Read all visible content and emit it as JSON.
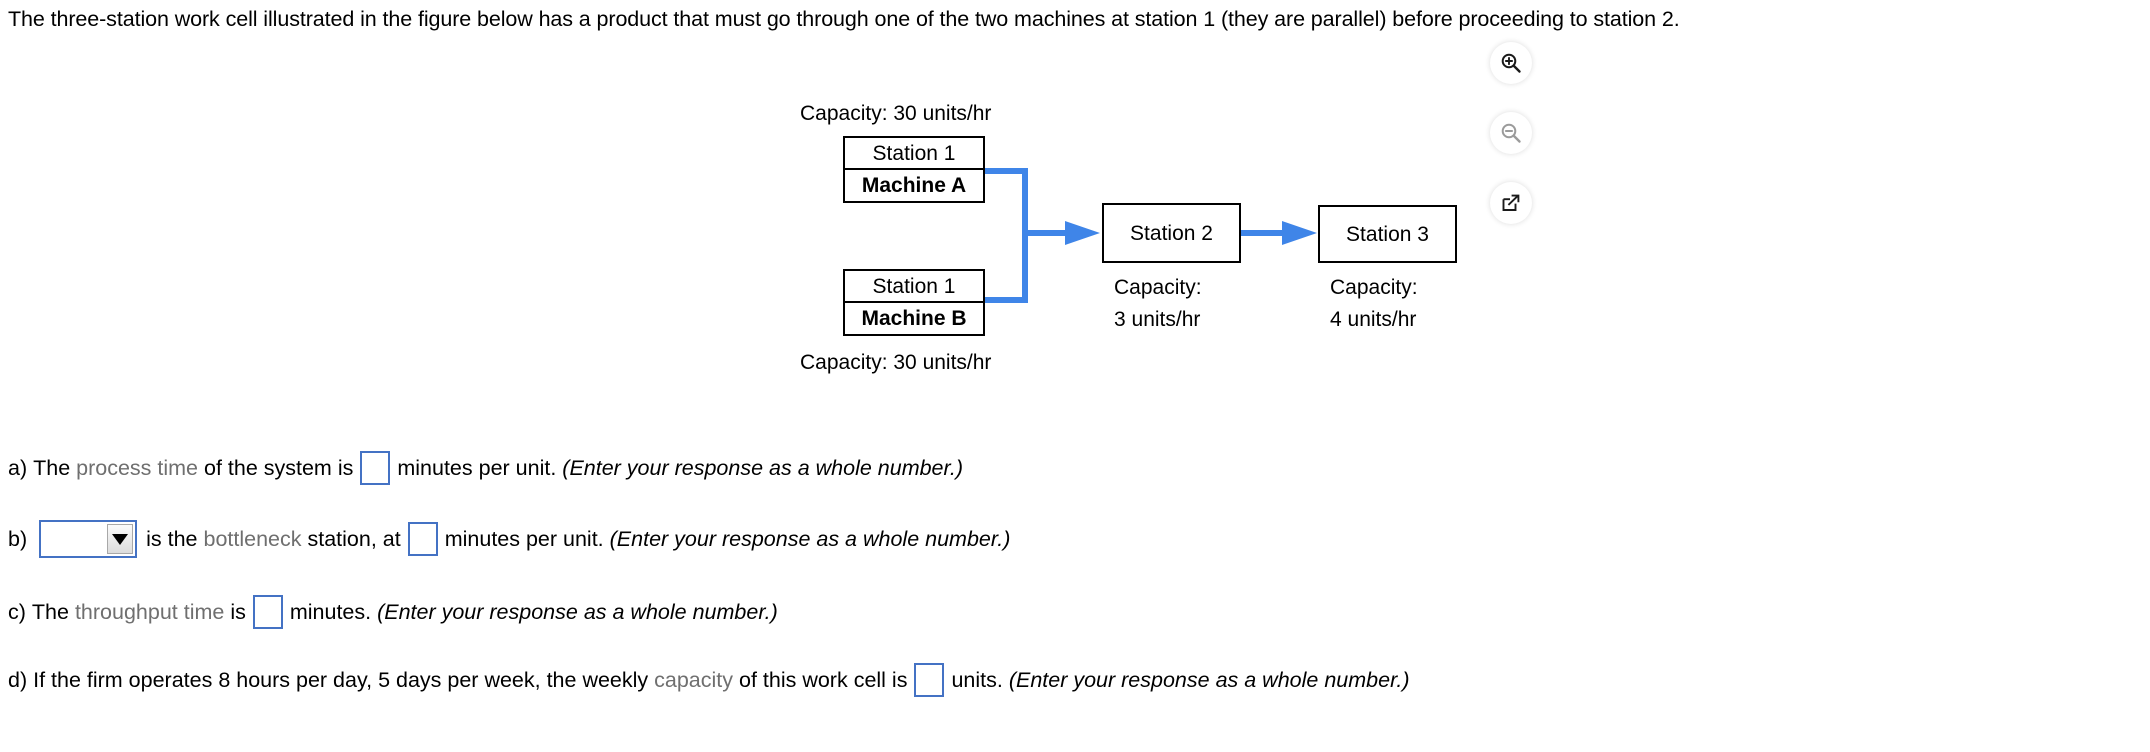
{
  "prompt": "The three-station work cell illustrated in the figure below has a product that must go through one of the two machines at station 1 (they are parallel) before proceeding to station 2.",
  "figure": {
    "top_capacity_label": "Capacity: 30 units/hr",
    "bottom_capacity_label": "Capacity: 30 units/hr",
    "machine_a": {
      "line1": "Station 1",
      "line2": "Machine A"
    },
    "machine_b": {
      "line1": "Station 1",
      "line2": "Machine B"
    },
    "station2": {
      "label": "Station 2",
      "capacity_line1": "Capacity:",
      "capacity_line2": "3 units/hr"
    },
    "station3": {
      "label": "Station 3",
      "capacity_line1": "Capacity:",
      "capacity_line2": "4 units/hr"
    },
    "wire_color": "#3f85e8",
    "box_border_color": "#000000"
  },
  "tools": {
    "zoom_in": "zoom-in-icon",
    "zoom_out": "zoom-out-icon",
    "popout": "open-in-new-window-icon",
    "zoom_in_color": "#1a1a1a",
    "zoom_out_color": "#9b9b9b",
    "popout_color": "#1a1a1a"
  },
  "questions": {
    "a": {
      "marker": "a)",
      "seg1": "The ",
      "term": "process time",
      "seg2": " of the system is",
      "input_value": "",
      "seg3": "minutes per unit. ",
      "hint": "(Enter your response as a whole number.)"
    },
    "b": {
      "marker": "b)",
      "dropdown_value": "",
      "seg1": "is the ",
      "term": "bottleneck",
      "seg2": " station, at",
      "input_value": "",
      "seg3": "minutes per unit. ",
      "hint": "(Enter your response as a whole number.)"
    },
    "c": {
      "marker": "c)",
      "seg1": "The ",
      "term": "throughput time",
      "seg2": " is",
      "input_value": "",
      "seg3": "minutes. ",
      "hint": "(Enter your response as a whole number.)"
    },
    "d": {
      "marker": "d)",
      "seg1": "If the firm operates 8 hours per day, 5 days per week, the weekly ",
      "term": "capacity",
      "seg2": " of this work cell is",
      "input_value": "",
      "seg3": "units. ",
      "hint": "(Enter your response as a whole number.)"
    }
  },
  "accent": {
    "input_border": "#4472c4",
    "term_color": "#6f6f6f"
  }
}
